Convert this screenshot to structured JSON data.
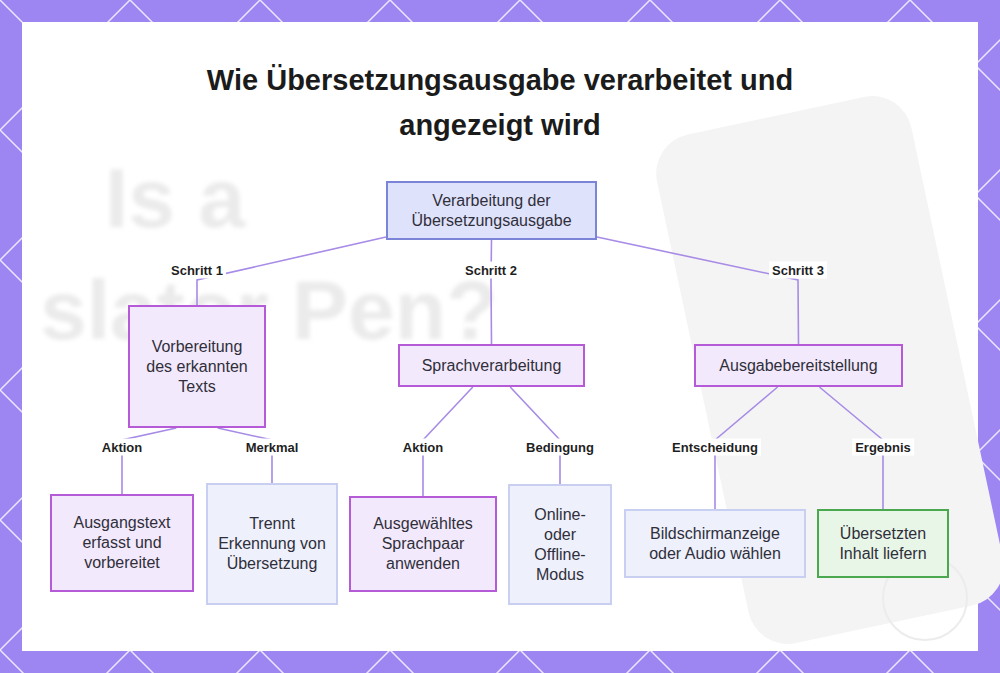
{
  "diagram": {
    "title": "Wie Übersetzungsausgabe verarbeitet und angezeigt wird",
    "nodes": [
      {
        "text": [
          "Verarbeitung der Übersetzungsausgabe"
        ]
      },
      {
        "text": [
          "Vorbereitung des erkannten Texts"
        ]
      },
      {
        "text": [
          "Sprachverarbeitung"
        ]
      },
      {
        "text": [
          "Ausgabebereitstellung"
        ]
      },
      {
        "text": [
          "Ausgangstext erfasst und vorbereitet"
        ]
      },
      {
        "text": [
          "Trennt Erkennung von Übersetzung"
        ]
      },
      {
        "text": [
          "Ausgewähltes Sprachpaar anwenden"
        ]
      },
      {
        "text": [
          "Online- oder Offline-Modus"
        ]
      },
      {
        "text": [
          "Bildschirmanzeige oder Audio wählen"
        ]
      },
      {
        "text": [
          "Übersetzten Inhalt liefern"
        ]
      }
    ],
    "edges": [
      {
        "from": 0,
        "to": 1,
        "arrow": "none",
        "label": "Schritt 1"
      },
      {
        "from": 0,
        "to": 2,
        "arrow": "none",
        "label": "Schritt 2"
      },
      {
        "from": 0,
        "to": 3,
        "arrow": "none",
        "label": "Schritt 3"
      },
      {
        "from": 1,
        "to": 4,
        "arrow": "none",
        "label": "Aktion"
      },
      {
        "from": 1,
        "to": 5,
        "arrow": "none",
        "label": "Merkmal"
      },
      {
        "from": 2,
        "to": 6,
        "arrow": "none",
        "label": "Aktion"
      },
      {
        "from": 2,
        "to": 7,
        "arrow": "none",
        "label": "Bedingung"
      },
      {
        "from": 3,
        "to": 8,
        "arrow": "none",
        "label": "Entscheidung"
      },
      {
        "from": 3,
        "to": 9,
        "arrow": "none",
        "label": "Ergebnis"
      }
    ],
    "labels": [
      "Is a",
      "slator Pen?"
    ]
  }
}
